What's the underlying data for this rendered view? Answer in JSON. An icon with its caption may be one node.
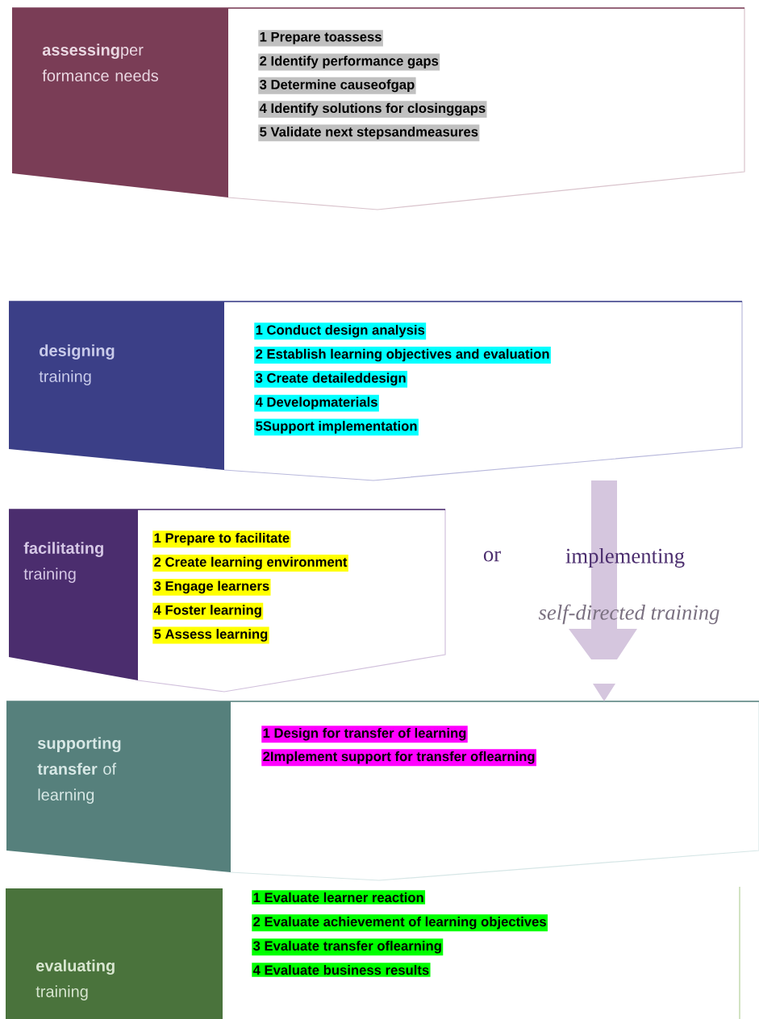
{
  "diagram": {
    "nodes": [
      {
        "text": [
          "**assessing**per formance needs",
          "1 Prepare toassess",
          "2 Identify performance gaps",
          "3 Determine causeofgap",
          "4 Identify solutions for closinggaps",
          "5 Validate next stepsandmeasures"
        ]
      },
      {
        "text": [
          "**designing** training",
          "1 Conduct design analysis",
          "2 Establish learning objectives and evaluation",
          "3 Create detaileddesign",
          "4 Developmaterials",
          "5Support implementation"
        ]
      },
      {
        "text": [
          "**facilitating** training",
          "1 Prepare to facilitate",
          "2 Create learning environment",
          "3 Engage learners",
          "4 Foster learning",
          "5 Assess learning"
        ]
      },
      {
        "text": [
          "**supporting transfer** of learning",
          "1 Design for transfer of learning",
          "2Implement support for transfer oflearning"
        ]
      },
      {
        "text": [
          "**evaluating** training",
          "1 Evaluate learner reaction",
          "2 Evaluate achievement of learning objectives",
          "3 Evaluate transfer oflearning",
          "4 Evaluate business results"
        ]
      }
    ],
    "edges": [
      {
        "from": 1,
        "to": 3,
        "arrow": "to",
        "style": "thick"
      }
    ],
    "labels": [
      "or",
      "implementing",
      "self-directed training"
    ]
  }
}
